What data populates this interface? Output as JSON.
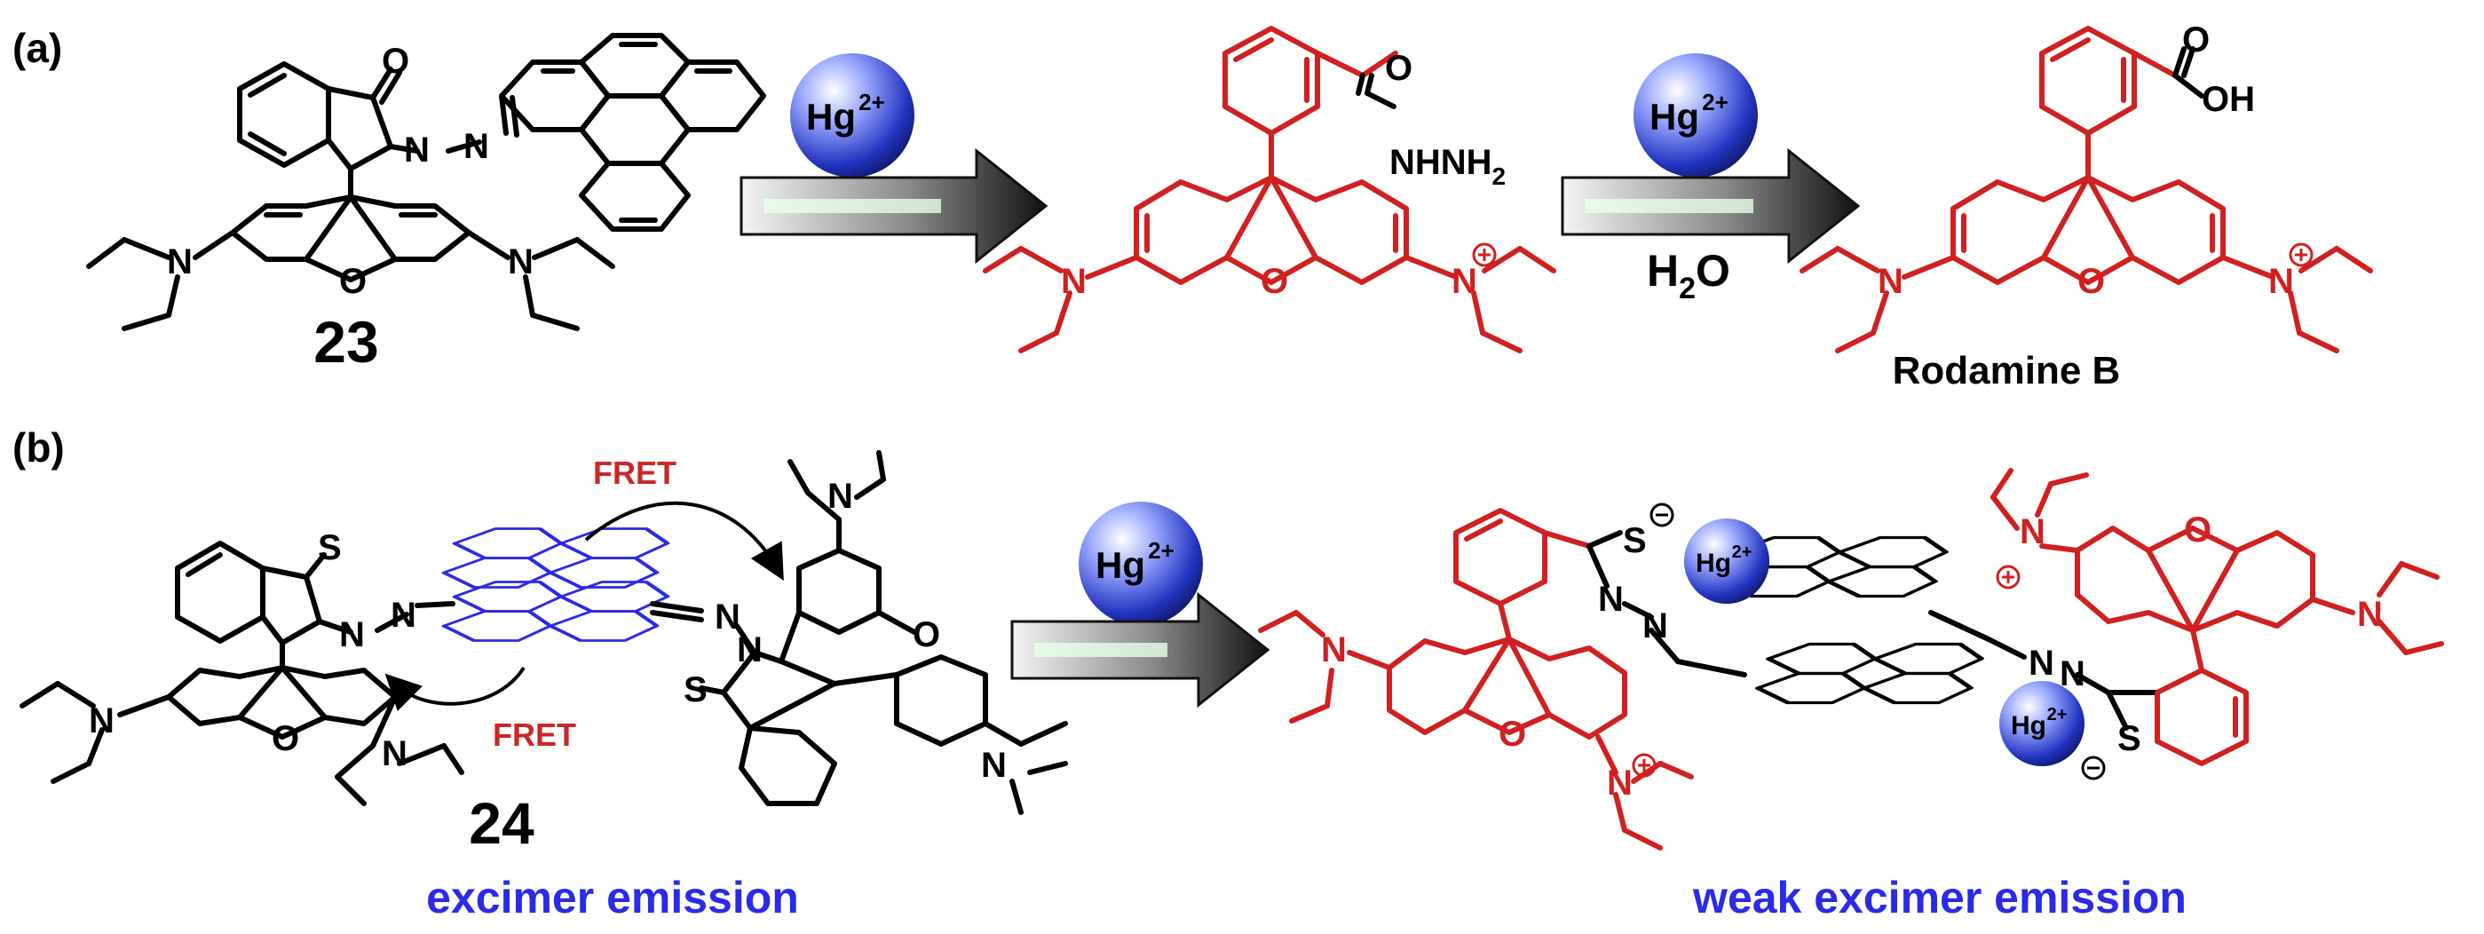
{
  "panel_a": {
    "label": "(a)",
    "compound_number": "23",
    "ion_1": {
      "symbol": "Hg",
      "charge": "2+"
    },
    "intermediate_substituent": "NHNH",
    "intermediate_substituent_sub": "2",
    "ion_2": {
      "symbol": "Hg",
      "charge": "2+"
    },
    "reagent_water": "H",
    "reagent_water_sub": "2",
    "reagent_water_tail": "O",
    "product_name": "Rodamine B",
    "acid_group": "OH",
    "carbonyl_o": "O"
  },
  "panel_b": {
    "label": "(b)",
    "compound_number": "24",
    "fret_top": "FRET",
    "fret_bottom": "FRET",
    "ion": {
      "symbol": "Hg",
      "charge": "2+"
    },
    "ion_small_1": {
      "symbol": "Hg",
      "charge": "2+"
    },
    "ion_small_2": {
      "symbol": "Hg",
      "charge": "2+"
    },
    "caption_left": "excimer emission",
    "caption_right": "weak excimer emission",
    "sulfur": "S",
    "thione": "S"
  },
  "atoms": {
    "N": "N",
    "O": "O",
    "S": "S"
  },
  "colors": {
    "rhodamine_red": "#d02020",
    "pyrene_blue": "#2a2ae8",
    "caption_blue": "#2a2ae8",
    "fret_red": "#c82828",
    "ion_sphere": "#2b3cc8"
  }
}
